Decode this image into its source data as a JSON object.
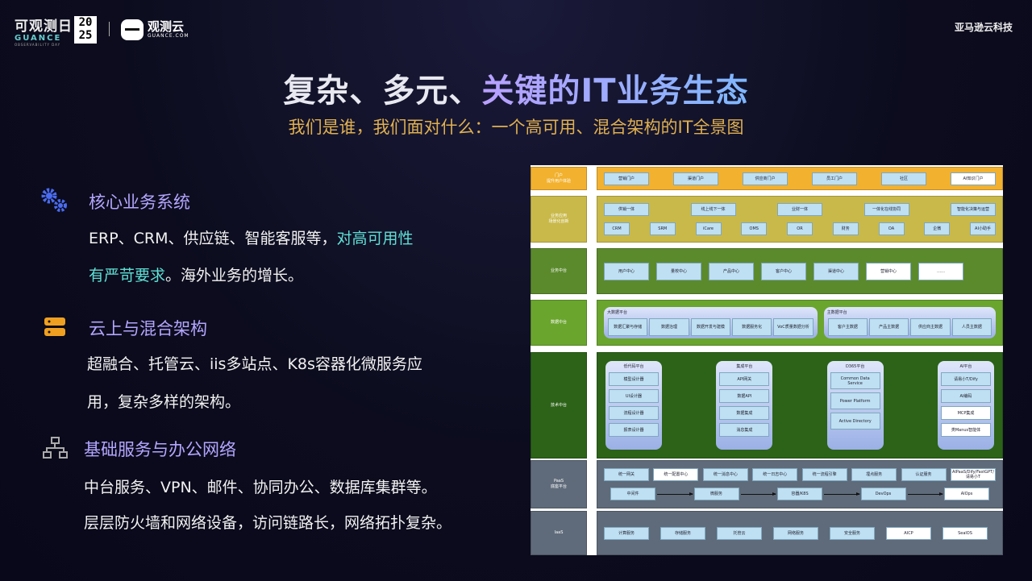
{
  "header": {
    "event_logo_text": "可观测日",
    "event_logo_brand": "GUANCE",
    "event_logo_sub": "OBSERVABILITY DAY",
    "year_top": "20",
    "year_bottom": "25",
    "brand_name": "观测云",
    "brand_domain": "GUANCE.COM",
    "partner": "亚马逊云科技"
  },
  "title": {
    "part1": "复杂、多元、",
    "part2": "关键的IT业务生态"
  },
  "subtitle": "我们是谁，我们面对什么：一个高可用、混合架构的IT全景图",
  "sections": [
    {
      "icon": "gears-icon",
      "title": "核心业务系统",
      "text1": "ERP、CRM、供应链、智能客服等，",
      "highlight1": "对高可用性",
      "highlight2": "有严苛要求",
      "text2": "。海外业务的增长。"
    },
    {
      "icon": "server-icon",
      "title": "云上与混合架构",
      "line1": "超融合、托管云、iis多站点、K8s容器化微服务应",
      "line2": "用，复杂多样的架构。"
    },
    {
      "icon": "network-icon",
      "title": "基础服务与办公网络",
      "line1": "中台服务、VPN、邮件、协同办公、数据库集群等。",
      "line2": "层层防火墙和网络设备，访问链路长，网络拓扑复杂。"
    }
  ],
  "diagram": {
    "colors": {
      "portal": "#f2b12e",
      "app": "#c9b94a",
      "biz": "#5b8a2c",
      "data": "#6aa52e",
      "tech": "#2c6318",
      "paas": "#5f6b7a",
      "iaas": "#5f6b7a"
    },
    "portal": {
      "label": "门户\n提升用户体验",
      "items": [
        {
          "t": "营销门户"
        },
        {
          "t": "渠道门户"
        },
        {
          "t": "供应商门户"
        },
        {
          "t": "员工门户"
        },
        {
          "t": "社区"
        },
        {
          "t": "AI知识门户",
          "w": true
        }
      ]
    },
    "app": {
      "label": "业务应用\n场景化创新",
      "line1": [
        "供销一体",
        "线上线下一体",
        "业财一体",
        "一体化在线协同",
        "智能化决策与运营"
      ],
      "line2": [
        "CRM",
        "SRM",
        "iCare",
        "OMS",
        "OR",
        "财务",
        "OA",
        "企微",
        "AI小助手"
      ]
    },
    "biz": {
      "label": "业务中台",
      "items": [
        {
          "t": "用户中心"
        },
        {
          "t": "量校中心"
        },
        {
          "t": "产品中心"
        },
        {
          "t": "客户中心"
        },
        {
          "t": "渠道中心"
        },
        {
          "t": "营销中心",
          "w": true
        },
        {
          "t": "……",
          "w": true
        }
      ]
    },
    "data": {
      "label": "数据中台",
      "groups": [
        {
          "title": "大数据平台",
          "items": [
            "数据汇聚与存储",
            "数据治理",
            "数据开发与建模",
            "数据服务化",
            "VoC质量数据分析"
          ]
        },
        {
          "title": "主数据平台",
          "items": [
            "客户主数据",
            "产品主数据",
            "供应商主数据",
            "人员主数据"
          ]
        }
      ]
    },
    "tech": {
      "label": "技术中台",
      "groups": [
        {
          "title": "低代码平台",
          "items": [
            {
              "t": "模型设计器"
            },
            {
              "t": "UI设计器"
            },
            {
              "t": "流程设计器"
            },
            {
              "t": "报表设计器"
            }
          ]
        },
        {
          "title": "集成平台",
          "items": [
            {
              "t": "API网关"
            },
            {
              "t": "数据API"
            },
            {
              "t": "数据集成"
            },
            {
              "t": "消息集成"
            }
          ]
        },
        {
          "title": "D365平台",
          "items": [
            {
              "t": "Common Data Service"
            },
            {
              "t": "Power Platform"
            },
            {
              "t": "Active Directory"
            }
          ]
        },
        {
          "title": "AI平台",
          "items": [
            {
              "t": "请易小T/Dify"
            },
            {
              "t": "AI编码"
            },
            {
              "t": "MCP集成",
              "w": true
            },
            {
              "t": "类Manus智能体",
              "w": true
            }
          ]
        }
      ]
    },
    "paas": {
      "label": "PaaS\n底座平台",
      "line1": [
        {
          "t": "统一网关"
        },
        {
          "t": "统一配置中心",
          "w": true
        },
        {
          "t": "统一消息中心"
        },
        {
          "t": "统一日志中心"
        },
        {
          "t": "统一流程引擎"
        },
        {
          "t": "埋点服务"
        },
        {
          "t": "认证服务"
        },
        {
          "t": "AIPaaS/Dify/FastGPT/请易小T",
          "w": true
        }
      ],
      "line2": [
        {
          "t": "中间件"
        },
        {
          "t": "微服务"
        },
        {
          "t": "容器/K8S"
        },
        {
          "t": "DevOps"
        },
        {
          "t": "AIOps",
          "w": true
        }
      ]
    },
    "iaas": {
      "label": "IaaS",
      "items": [
        {
          "t": "计算服务"
        },
        {
          "t": "存储服务"
        },
        {
          "t": "托管云"
        },
        {
          "t": "网络服务"
        },
        {
          "t": "安全服务"
        },
        {
          "t": "AICP",
          "w": true
        },
        {
          "t": "SealOS",
          "w": true
        }
      ]
    }
  }
}
